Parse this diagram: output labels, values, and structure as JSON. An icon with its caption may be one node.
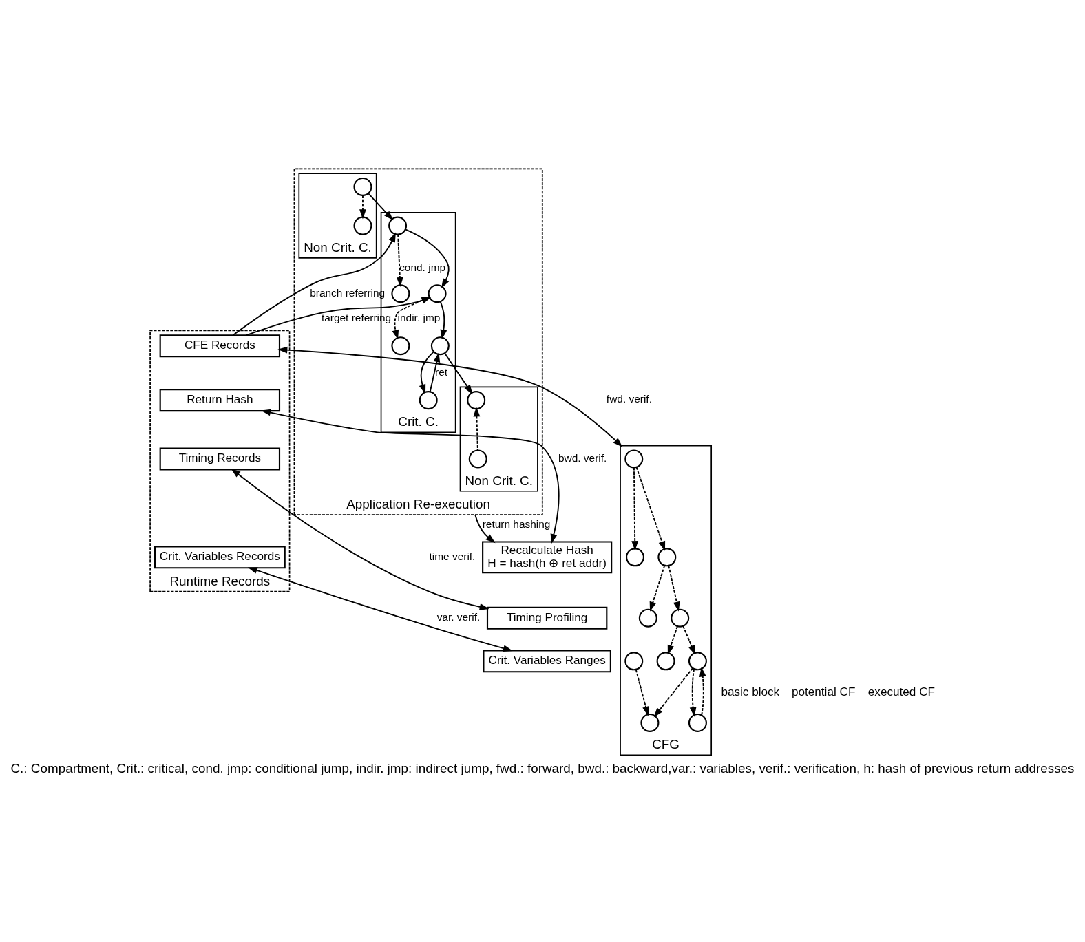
{
  "diagram": {
    "caption": "C.: Compartment, Crit.: critical, cond. jmp: conditional jump, indir. jmp: indirect jump, fwd.: forward, bwd.: backward,var.: variables, verif.: verification, h: hash of previous return addresses",
    "nodes": [
      {
        "text": [
          "Application Re-execution"
        ]
      },
      {
        "text": [
          "Non Crit. C."
        ],
        "in": 0
      },
      {
        "text": [
          "Crit. C."
        ],
        "in": 0
      },
      {
        "text": [
          "Non Crit. C."
        ],
        "in": 0
      },
      {
        "text": [],
        "shape": "circle",
        "in": 1
      },
      {
        "text": [],
        "shape": "circle",
        "in": 1
      },
      {
        "text": [],
        "shape": "circle",
        "in": 2
      },
      {
        "text": [],
        "shape": "circle",
        "in": 2
      },
      {
        "text": [],
        "shape": "circle",
        "in": 2
      },
      {
        "text": [],
        "shape": "circle",
        "in": 2
      },
      {
        "text": [],
        "shape": "circle",
        "in": 2
      },
      {
        "text": [],
        "shape": "circle",
        "in": 2
      },
      {
        "text": [],
        "shape": "circle",
        "in": 3
      },
      {
        "text": [],
        "shape": "circle",
        "in": 3
      },
      {
        "text": [
          "Runtime Records"
        ]
      },
      {
        "text": [
          "CFE Records"
        ],
        "in": 14
      },
      {
        "text": [
          "Return Hash"
        ],
        "in": 14
      },
      {
        "text": [
          "Timing Records"
        ],
        "in": 14
      },
      {
        "text": [
          "Crit. Variables Records"
        ],
        "in": 14
      },
      {
        "text": [
          "CFG"
        ]
      },
      {
        "text": [],
        "shape": "circle",
        "in": 19
      },
      {
        "text": [],
        "shape": "circle",
        "in": 19
      },
      {
        "text": [],
        "shape": "circle",
        "in": 19
      },
      {
        "text": [],
        "shape": "circle",
        "in": 19
      },
      {
        "text": [],
        "shape": "circle",
        "in": 19
      },
      {
        "text": [],
        "shape": "circle",
        "in": 19
      },
      {
        "text": [],
        "shape": "circle",
        "in": 19
      },
      {
        "text": [],
        "shape": "circle",
        "in": 19
      },
      {
        "text": [],
        "shape": "circle",
        "in": 19
      },
      {
        "text": [],
        "shape": "circle",
        "in": 19
      },
      {
        "text": [
          "Recalculate Hash",
          "H = hash(h ⊕ ret addr)"
        ]
      },
      {
        "text": [
          "Timing Profiling"
        ]
      },
      {
        "text": [
          "Crit. Variables Ranges"
        ]
      }
    ],
    "edges": [
      {
        "from": 4,
        "to": 6,
        "arrow": "to"
      },
      {
        "from": 4,
        "to": 5,
        "arrow": "to",
        "style": "dashed"
      },
      {
        "from": 6,
        "to": 7,
        "arrow": "to",
        "style": "dashed",
        "label": "cond. jmp"
      },
      {
        "from": 6,
        "to": 8,
        "arrow": "to"
      },
      {
        "from": 8,
        "to": 9,
        "arrow": "to",
        "style": "dashed",
        "label": "indir. jmp"
      },
      {
        "from": 8,
        "to": 10,
        "arrow": "to"
      },
      {
        "from": 10,
        "to": 12,
        "arrow": "to"
      },
      {
        "from": 10,
        "to": 11,
        "arrow": "to"
      },
      {
        "from": 11,
        "to": 10,
        "arrow": "to",
        "label": "ret"
      },
      {
        "from": 13,
        "to": 12,
        "arrow": "to",
        "style": "dashed"
      },
      {
        "from": 15,
        "to": 6,
        "arrow": "to",
        "label": "branch referring"
      },
      {
        "from": 15,
        "to": 8,
        "arrow": "to",
        "label": "target referring"
      },
      {
        "from": 0,
        "to": 30,
        "arrow": "to",
        "label": "return hashing"
      },
      {
        "from": 15,
        "to": 19,
        "arrow": "both",
        "label": "fwd. verif."
      },
      {
        "from": 16,
        "to": 30,
        "arrow": "both",
        "label": "bwd. verif."
      },
      {
        "from": 17,
        "to": 31,
        "arrow": "both",
        "label": "time verif."
      },
      {
        "from": 18,
        "to": 32,
        "arrow": "both",
        "label": "var. verif."
      },
      {
        "from": 20,
        "to": 21,
        "arrow": "to",
        "style": "dashed"
      },
      {
        "from": 20,
        "to": 22,
        "arrow": "to",
        "style": "dashed"
      },
      {
        "from": 22,
        "to": 23,
        "arrow": "to",
        "style": "dashed"
      },
      {
        "from": 22,
        "to": 24,
        "arrow": "to",
        "style": "dashed"
      },
      {
        "from": 24,
        "to": 25,
        "arrow": "to",
        "style": "dashed"
      },
      {
        "from": 24,
        "to": 26,
        "arrow": "to",
        "style": "dashed"
      },
      {
        "from": 26,
        "to": 27,
        "arrow": "to",
        "style": "dashed"
      },
      {
        "from": 27,
        "to": 26,
        "arrow": "to",
        "style": "dashed"
      },
      {
        "from": 26,
        "to": 28,
        "arrow": "to",
        "style": "dashed"
      },
      {
        "from": 29,
        "to": 28,
        "arrow": "to",
        "style": "dashed"
      }
    ],
    "legend": [
      {
        "text": "basic block"
      },
      {
        "text": "potential CF"
      },
      {
        "text": "executed CF"
      }
    ]
  }
}
